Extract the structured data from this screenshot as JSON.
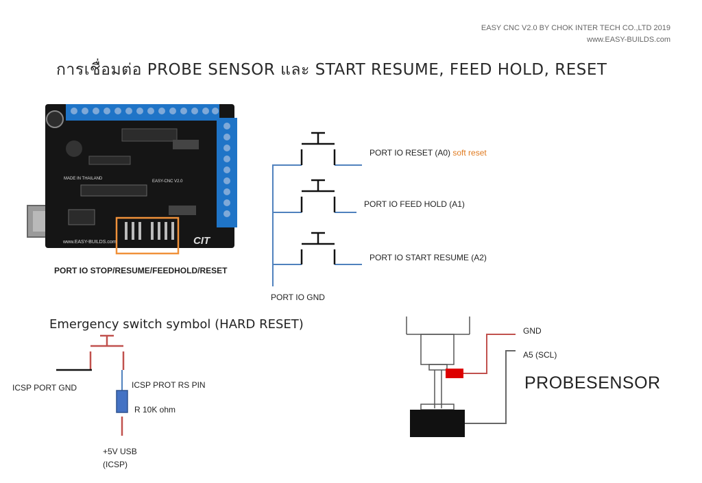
{
  "header": {
    "credit_line1": "EASY CNC V2.0 BY CHOK INTER TECH CO.,LTD 2019",
    "credit_line2": "www.EASY-BUILDS.com",
    "title": "การเชื่อมต่อ PROBE SENSOR  และ START RESUME, FEED HOLD, RESET"
  },
  "board": {
    "caption": "PORT IO STOP/RESUME/FEEDHOLD/RESET",
    "silk_model": "EASY-CNC V2.0",
    "silk_made": "MADE IN THAILAND",
    "silk_url": "www.EASY-BUILDS.com",
    "silk_logo": "CIT"
  },
  "switches": {
    "reset_label": "PORT IO RESET (A0)",
    "reset_note": "soft reset",
    "feedhold_label": "PORT IO FEED HOLD (A1)",
    "start_label": "PORT IO START RESUME (A2)",
    "gnd_label": "PORT IO GND"
  },
  "emergency": {
    "title": "Emergency switch symbol (HARD RESET)",
    "gnd_label": "ICSP PORT GND",
    "rst_label": "ICSP PROT   RS PIN",
    "resistor_label": "R 10K ohm",
    "usb_label": "+5V USB",
    "icsp_label": "(ICSP)"
  },
  "probe": {
    "gnd_label": "GND",
    "scl_label": "A5 (SCL)",
    "title": "PROBESENSOR"
  },
  "colors": {
    "wire_blue": "#4f81bd",
    "wire_red": "#c0504d",
    "switch_black": "#111111",
    "highlight_orange": "#f0913a",
    "probe_red": "#dd0000",
    "board_black": "#151515",
    "terminal_blue": "#1f74c7"
  }
}
